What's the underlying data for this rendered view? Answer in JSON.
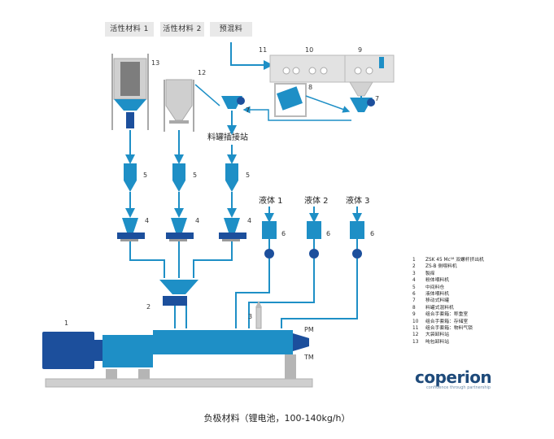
{
  "tags": {
    "t1": "活性材料 1",
    "t2": "活性材料 2",
    "t3": "预混料"
  },
  "station_label": "料罐插接站",
  "liquids": {
    "l1": "液体 1",
    "l2": "液体 2",
    "l3": "液体 3"
  },
  "extruder_labels": {
    "pm": "PM",
    "tm": "TM"
  },
  "numbers": {
    "n1": "1",
    "n2": "2",
    "n3": "3",
    "n4": "4",
    "n5": "5",
    "n6": "6",
    "n7": "7",
    "n8": "8",
    "n9": "9",
    "n10": "10",
    "n11": "11",
    "n12": "12",
    "n13": "13"
  },
  "legend": [
    {
      "n": "1",
      "t": "ZSK 45 Mc¹⁸ 双螺杆挤出机"
    },
    {
      "n": "2",
      "t": "ZS-B 侧喂料机"
    },
    {
      "n": "3",
      "t": "製痒"
    },
    {
      "n": "4",
      "t": "粉体喂料机"
    },
    {
      "n": "5",
      "t": "中间料仓"
    },
    {
      "n": "6",
      "t": "液体喂料机"
    },
    {
      "n": "7",
      "t": "移动式料罐"
    },
    {
      "n": "8",
      "t": "料罐式混料机"
    },
    {
      "n": "9",
      "t": "组合手套箱：称重室"
    },
    {
      "n": "10",
      "t": "组合手套箱：存储室"
    },
    {
      "n": "11",
      "t": "组合手套箱：物料气锁"
    },
    {
      "n": "12",
      "t": "大袋卸料站"
    },
    {
      "n": "13",
      "t": "吨包卸料站"
    }
  ],
  "brand": {
    "name": "coperion",
    "tagline": "confidence through partnership"
  },
  "caption": "负极材料（锂电池，100-140kg/h）",
  "colors": {
    "blue": "#1e8fc6",
    "dark_blue": "#1c4f9c",
    "gray": "#d7d7d7",
    "teal": "#2f8fb0"
  }
}
